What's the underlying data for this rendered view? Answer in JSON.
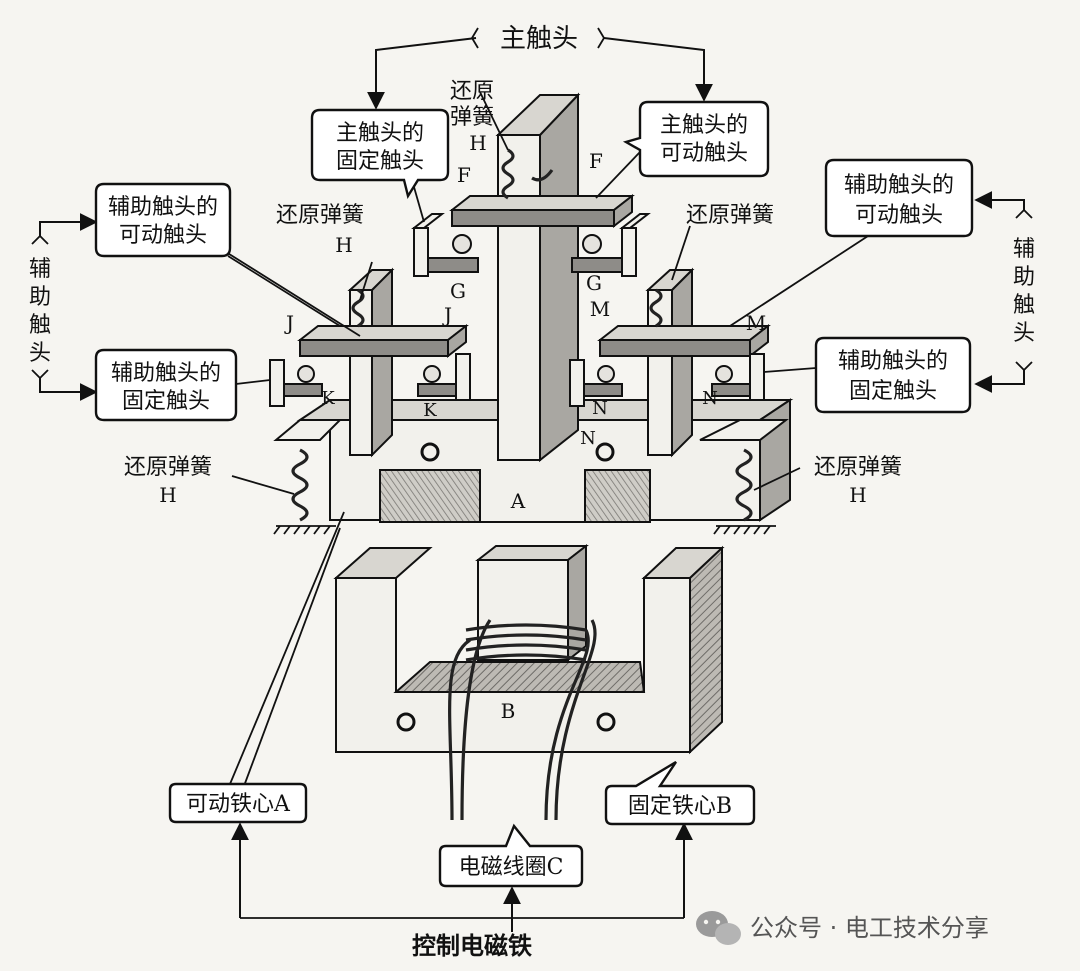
{
  "labels": {
    "main_contact": "主触头",
    "main_fixed_line1": "主触头的",
    "main_fixed_line2": "固定触头",
    "main_movable_line1": "主触头的",
    "main_movable_line2": "可动触头",
    "spring_top_line1": "还原",
    "spring_top_line2": "弹簧",
    "spring_top_letter": "H",
    "aux_movable_left_line1": "辅助触头的",
    "aux_movable_left_line2": "可动触头",
    "aux_fixed_left_line1": "辅助触头的",
    "aux_fixed_left_line2": "固定触头",
    "aux_movable_right_line1": "辅助触头的",
    "aux_movable_right_line2": "可动触头",
    "aux_fixed_right_line1": "辅助触头的",
    "aux_fixed_right_line2": "固定触头",
    "aux_left_vertical": [
      "辅",
      "助",
      "触",
      "头"
    ],
    "aux_right_vertical": [
      "辅",
      "助",
      "触",
      "头"
    ],
    "spring_left_mid": "还原弹簧",
    "spring_left_mid_letter": "H",
    "spring_right_mid": "还原弹簧",
    "spring_left_bottom": "还原弹簧",
    "spring_left_bottom_letter": "H",
    "spring_right_bottom": "还原弹簧",
    "spring_right_bottom_letter": "H",
    "movable_core": "可动铁心A",
    "fixed_core": "固定铁心B",
    "coil": "电磁线圈C",
    "control": "控制电磁铁",
    "watermark": "公众号 · 电工技术分享"
  },
  "letters": {
    "A": "A",
    "B": "B",
    "F1": "F",
    "F2": "F",
    "G1": "G",
    "G2": "G",
    "J1": "J",
    "J2": "J",
    "K1": "K",
    "K2": "K",
    "M1": "M",
    "M2": "M",
    "N1": "N",
    "N2": "N",
    "N3": "N"
  },
  "colors": {
    "ink": "#111111",
    "paper": "#f6f5f1",
    "metal": "#d8d6d0"
  }
}
